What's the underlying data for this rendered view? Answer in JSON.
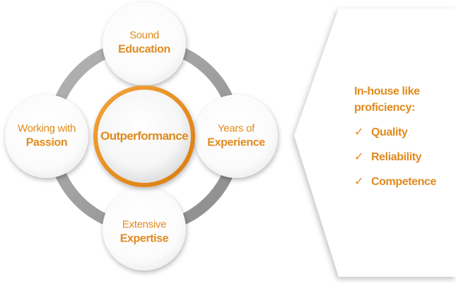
{
  "diagram": {
    "center_label": "Outperformance",
    "nodes": [
      {
        "id": "top",
        "light": "Sound",
        "bold": "Education"
      },
      {
        "id": "right",
        "light": "Years of",
        "bold": "Experience"
      },
      {
        "id": "bottom",
        "light": "Extensive",
        "bold": "Expertise"
      },
      {
        "id": "left",
        "light": "Working with",
        "bold": "Passion"
      }
    ],
    "colors": {
      "accent": "#e08a1e",
      "ring": "#9a9a9a",
      "circle_fill": "#ffffff"
    }
  },
  "panel": {
    "heading": "In-house like proficiency:",
    "check_icon": "✓",
    "items": [
      "Quality",
      "Reliability",
      "Competence"
    ]
  }
}
